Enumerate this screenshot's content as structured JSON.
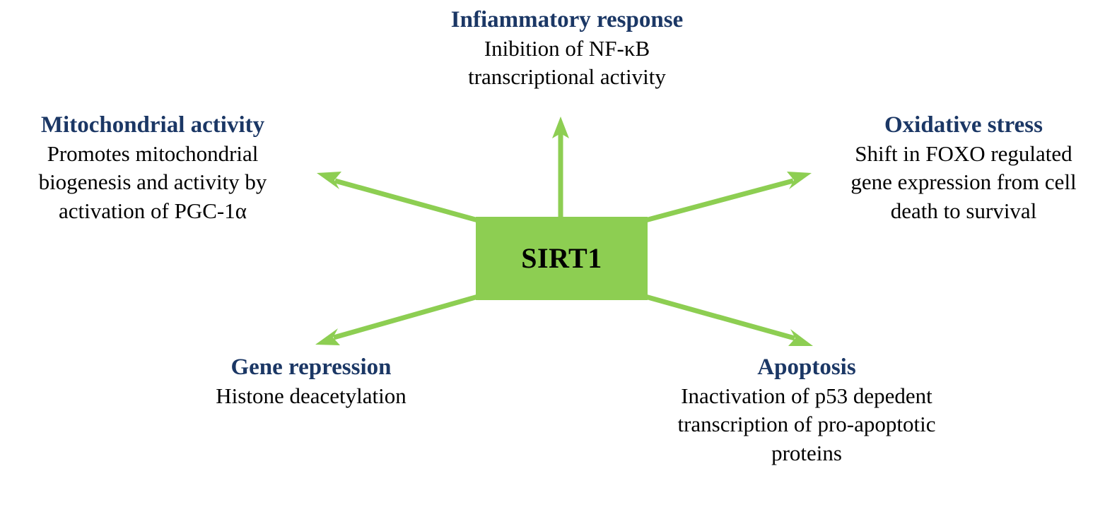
{
  "figure": {
    "title": "SIRT1 downstream effects diagram",
    "center": {
      "label": "SIRT1",
      "fill_color": "#8DCE52",
      "text_color": "#000000"
    },
    "arrow_color": "#8DCE52",
    "heading_color": "#1B3765",
    "body_color": "#000000",
    "background_color": "#FFFFFF"
  },
  "nodes": [
    {
      "id": "inflammatory",
      "heading": "Infiammatory response",
      "body_lines": [
        "Inibition of NF-κB",
        "transcriptional activity"
      ],
      "direction": "up"
    },
    {
      "id": "mitochondrial",
      "heading": "Mitochondrial activity",
      "body_lines": [
        "Promotes mitochondrial",
        "biogenesis and activity by",
        "activation of PGC-1α"
      ],
      "direction": "up-left"
    },
    {
      "id": "oxidative",
      "heading": "Oxidative stress",
      "body_lines": [
        "Shift in FOXO regulated",
        "gene expression from cell",
        "death to survival"
      ],
      "direction": "up-right"
    },
    {
      "id": "gene-repression",
      "heading": "Gene repression",
      "body_lines": [
        "Histone deacetylation"
      ],
      "direction": "down-left"
    },
    {
      "id": "apoptosis",
      "heading": "Apoptosis",
      "body_lines": [
        "Inactivation of p53 depedent",
        "transcription of pro-apoptotic",
        "proteins"
      ],
      "direction": "down-right"
    }
  ],
  "arrows": [
    {
      "id": "arrow-up",
      "from": "SIRT1",
      "to": "Infiammatory response"
    },
    {
      "id": "arrow-up-left",
      "from": "SIRT1",
      "to": "Mitochondrial activity"
    },
    {
      "id": "arrow-up-right",
      "from": "SIRT1",
      "to": "Oxidative stress"
    },
    {
      "id": "arrow-down-left",
      "from": "SIRT1",
      "to": "Gene repression"
    },
    {
      "id": "arrow-down-right",
      "from": "SIRT1",
      "to": "Apoptosis"
    }
  ]
}
